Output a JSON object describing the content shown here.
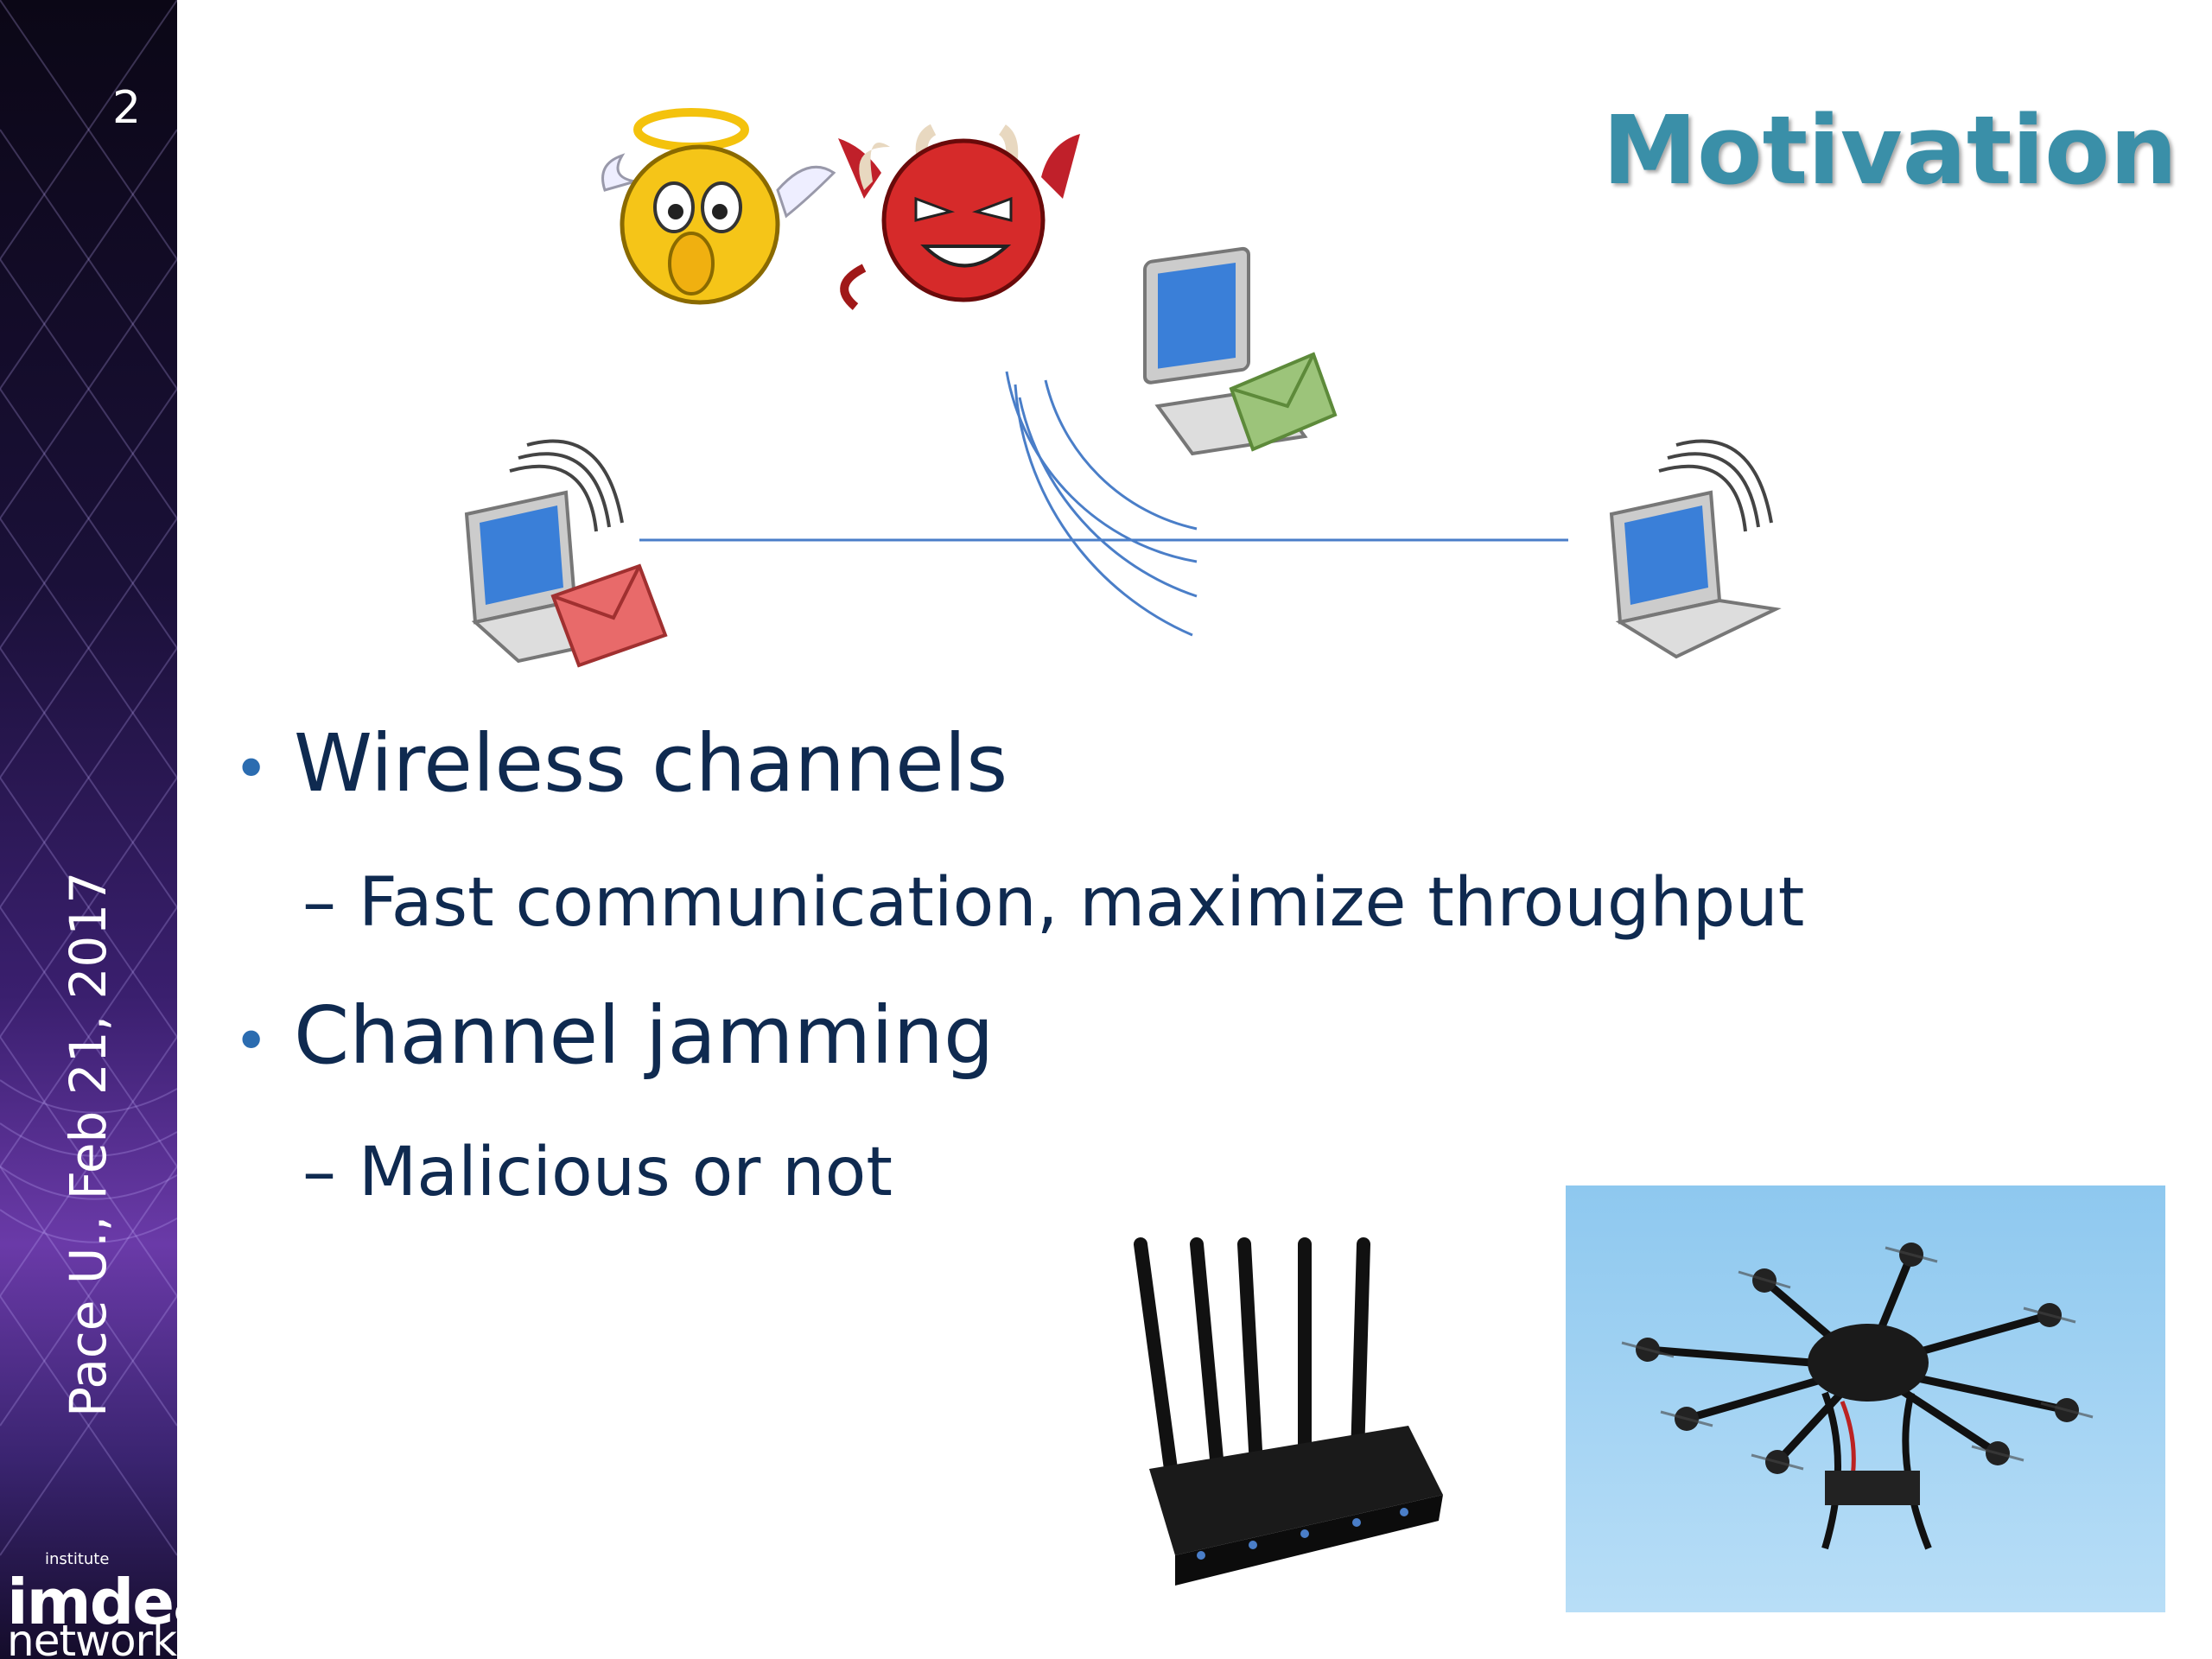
{
  "slide": {
    "number": "2",
    "title": "Motivation",
    "footer": "Pace U., Feb 21, 2017",
    "logo": {
      "small_text": "institute",
      "brand": "imdea",
      "sub": "networks"
    }
  },
  "content": {
    "bullets": [
      {
        "text": "Wireless channels",
        "sub": "Fast communication, maximize throughput"
      },
      {
        "text": "Channel jamming",
        "sub": "Malicious or not"
      }
    ]
  },
  "icons": [
    "angel-emoji-icon",
    "devil-emoji-icon",
    "laptop-icon",
    "email-envelope-icon",
    "wireless-signal-icon",
    "jammer-device-icon",
    "drone-photo"
  ],
  "colors": {
    "title": "#3a8fa8",
    "text": "#0f2a50",
    "bullet": "#2b6cb0",
    "link_line": "#4a7ec8"
  }
}
